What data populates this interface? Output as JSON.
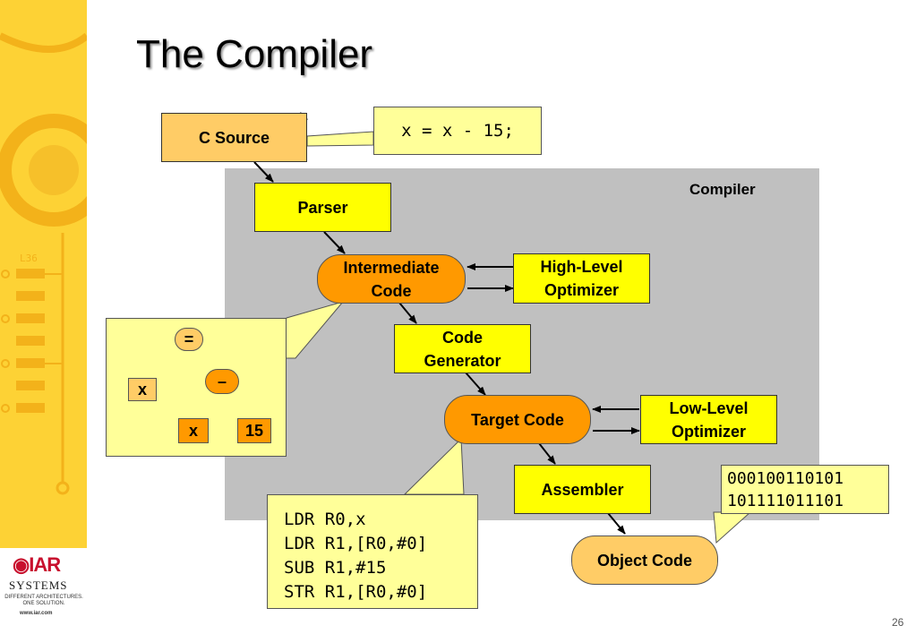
{
  "slide": {
    "title": "The Compiler",
    "page_number": "26"
  },
  "compiler_label": "Compiler",
  "nodes": {
    "c_source": "C Source",
    "parser": "Parser",
    "intermediate_code": [
      "Intermediate",
      "Code"
    ],
    "high_level_optimizer": [
      "High-Level",
      "Optimizer"
    ],
    "code_generator": [
      "Code",
      "Generator"
    ],
    "target_code": "Target Code",
    "low_level_optimizer": [
      "Low-Level",
      "Optimizer"
    ],
    "assembler": "Assembler",
    "object_code": "Object Code"
  },
  "callouts": {
    "source_code": "x = x - 15;",
    "assembly_lines": [
      "LDR R0,x",
      "LDR R1,[R0,#0]",
      "SUB R1,#15",
      "STR R1,[R0,#0]"
    ],
    "binary_lines": [
      "000100110101",
      "101111011101"
    ]
  },
  "syntax_tree": {
    "root": "=",
    "left": "x",
    "op": "–",
    "op_left": "x",
    "op_right": "15"
  },
  "logo": {
    "brand": "IAR",
    "brand_line2": "SYSTEMS",
    "tagline": [
      "DIFFERENT ARCHITECTURES.",
      "ONE SOLUTION."
    ],
    "url": "www.iar.com",
    "circuit_label": "L36"
  },
  "colors": {
    "sidebar": "#fdd235",
    "compiler_area": "#c0c0c0",
    "yellow_box": "#ffff00",
    "orange_box": "#ff9900",
    "peach_box": "#ffcc66",
    "note": "#ffff99"
  }
}
